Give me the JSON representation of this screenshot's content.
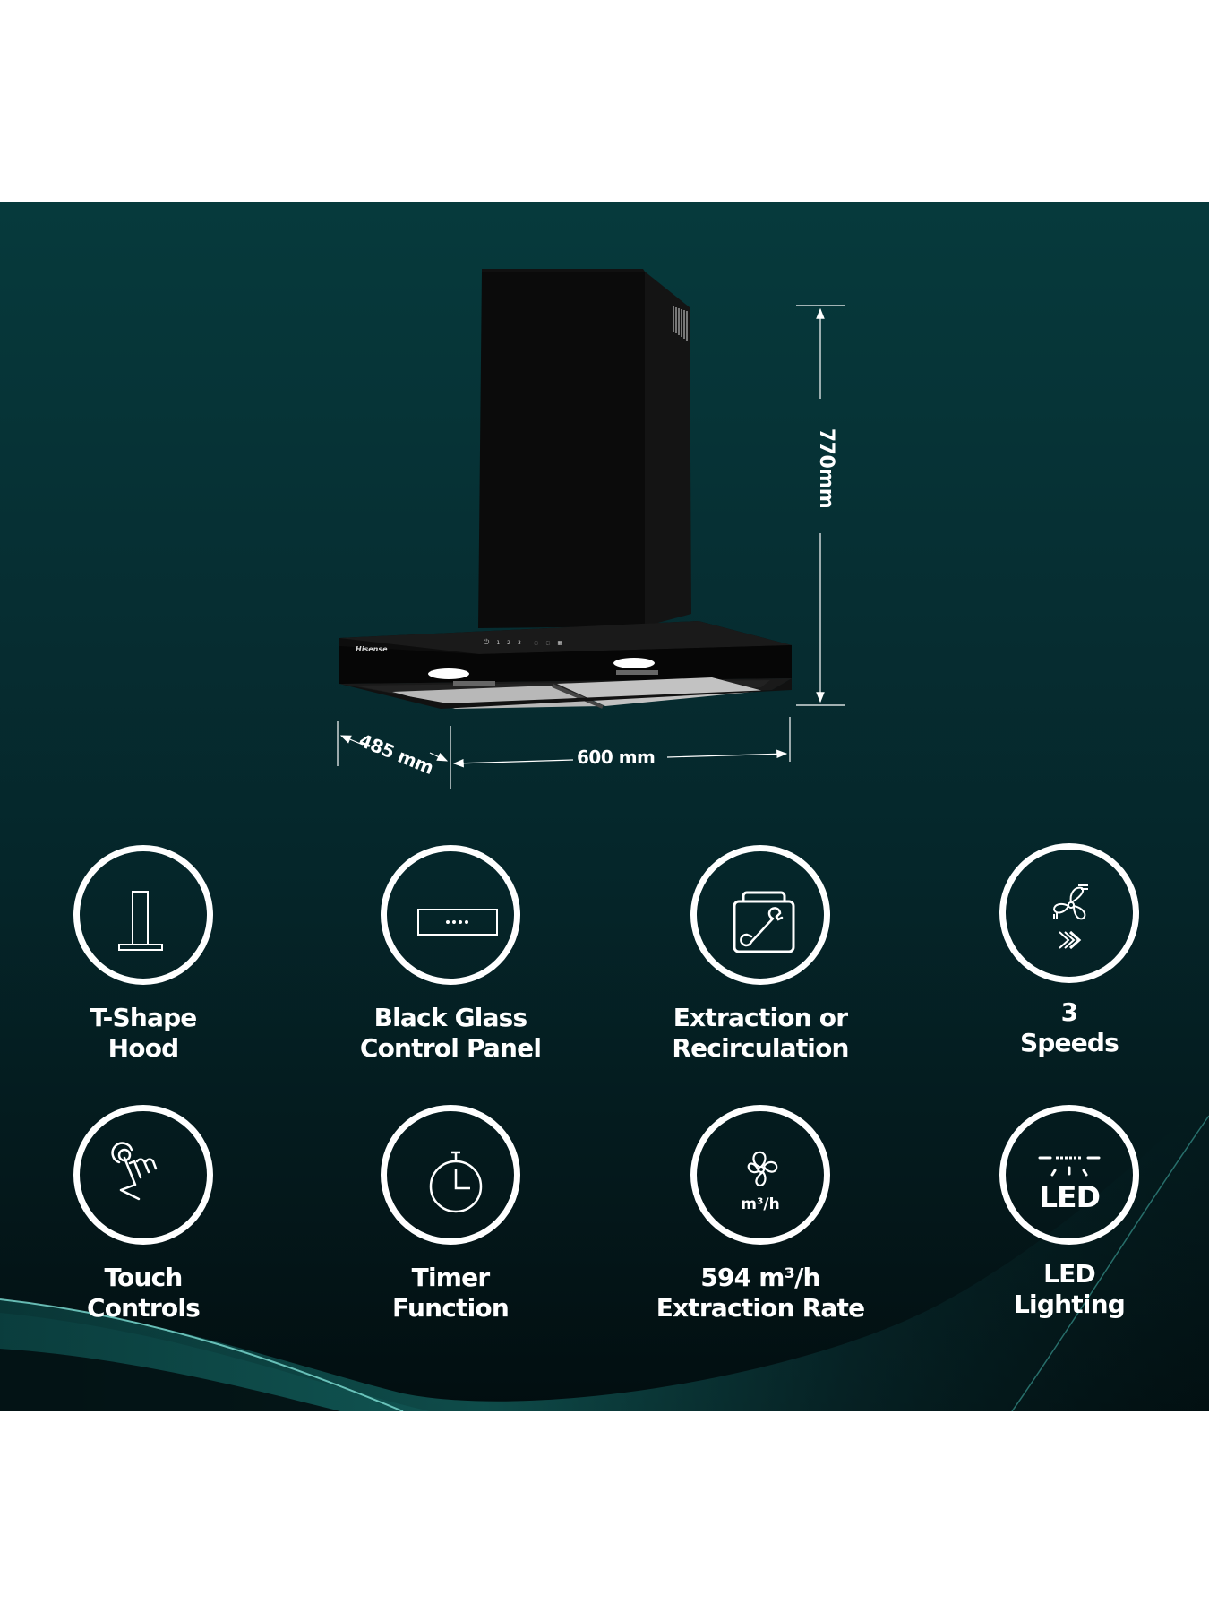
{
  "product": {
    "brand_logo": "Hisense",
    "control_panel": {
      "buttons": [
        "power-icon",
        "1",
        "2",
        "3",
        "light-icon",
        "timer-icon",
        "filter-icon"
      ],
      "speed_labels": [
        "1",
        "2",
        "3"
      ]
    }
  },
  "dimensions": {
    "height": "770mm",
    "width": "600 mm",
    "depth": "485 mm"
  },
  "features": [
    {
      "icon": "t-shape-hood-icon",
      "line1": "T-Shape",
      "line2": "Hood"
    },
    {
      "icon": "glass-control-panel-icon",
      "line1": "Black Glass",
      "line2": "Control Panel"
    },
    {
      "icon": "wrench-box-icon",
      "line1": "Extraction or",
      "line2": "Recirculation"
    },
    {
      "icon": "fan-speed-icon",
      "line1": "3",
      "line2": "Speeds"
    },
    {
      "icon": "touch-hand-icon",
      "line1": "Touch",
      "line2": "Controls"
    },
    {
      "icon": "stopwatch-icon",
      "line1": "Timer",
      "line2": "Function"
    },
    {
      "icon": "fan-airflow-icon",
      "icon_text": "m³/h",
      "line1": "594 m³/h",
      "line2": "Extraction Rate"
    },
    {
      "icon": "led-light-icon",
      "icon_text": "LED",
      "line1": "LED",
      "line2": "Lighting"
    }
  ],
  "colors": {
    "background_top": "#063a3c",
    "background_bottom": "#020e10",
    "accent_teal": "#2fb3a8",
    "foreground": "#ffffff"
  }
}
